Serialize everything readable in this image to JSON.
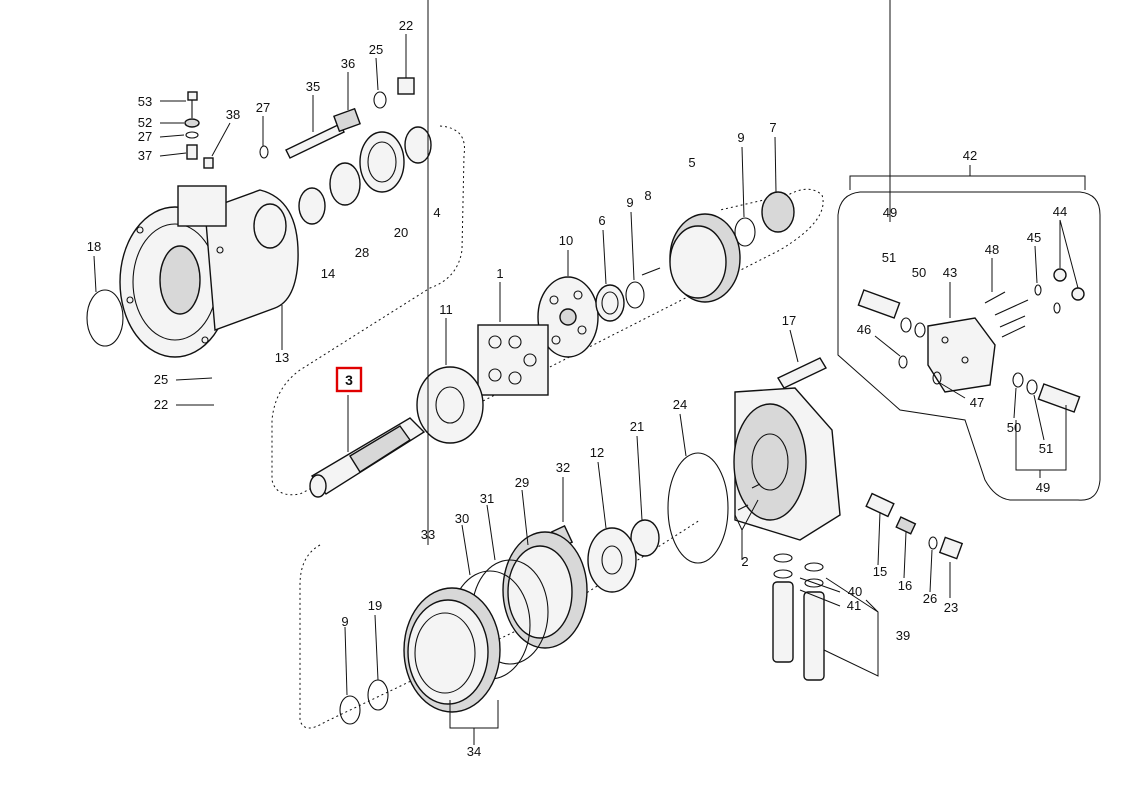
{
  "highlight": {
    "label": "3",
    "color": "#e00000"
  },
  "labels": {
    "l53": "53",
    "l52": "52",
    "l27a": "27",
    "l37": "37",
    "l38": "38",
    "l27b": "27",
    "l35": "35",
    "l36": "36",
    "l25a": "25",
    "l22a": "22",
    "l14": "14",
    "l28": "28",
    "l20": "20",
    "l4": "4",
    "l18": "18",
    "l13": "13",
    "l25b": "25",
    "l22b": "22",
    "l10": "10",
    "l6": "6",
    "l9a": "9",
    "l8": "8",
    "l5": "5",
    "l9b": "9",
    "l7": "7",
    "l42": "42",
    "l49a": "49",
    "l51a": "51",
    "l50a": "50",
    "l48": "48",
    "l43": "43",
    "l44": "44",
    "l45": "45",
    "l46": "46",
    "l47": "47",
    "l50b": "50",
    "l51b": "51",
    "l49b": "49",
    "l1": "1",
    "l11": "11",
    "l17": "17",
    "l24": "24",
    "l21": "21",
    "l12": "12",
    "l32": "32",
    "l29": "29",
    "l31": "31",
    "l30": "30",
    "l33": "33",
    "l19": "19",
    "l9c": "9",
    "l34": "34",
    "l2": "2",
    "l15": "15",
    "l16": "16",
    "l26": "26",
    "l23": "23",
    "l40": "40",
    "l41": "41",
    "l39": "39"
  }
}
